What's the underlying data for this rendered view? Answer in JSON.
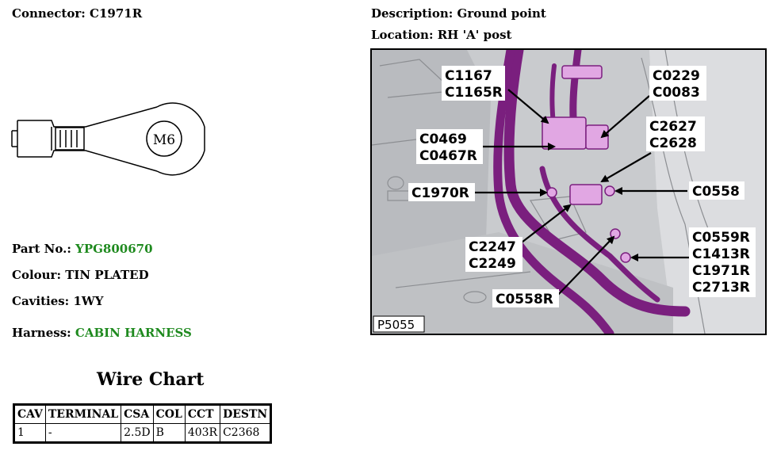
{
  "connector": {
    "label": "Connector:",
    "value": "C1971R"
  },
  "description": {
    "label": "Description:",
    "value": "Ground point"
  },
  "location": {
    "label": "Location:",
    "value": "RH 'A' post"
  },
  "terminal_drawing": {
    "stud_label": "M6"
  },
  "part_no": {
    "label": "Part No.:",
    "value": "YPG800670"
  },
  "colour": {
    "label": "Colour:",
    "value": "TIN PLATED"
  },
  "cavities": {
    "label": "Cavities:",
    "value": "1WY"
  },
  "harness": {
    "label": "Harness:",
    "value": "CABIN HARNESS"
  },
  "wire_chart": {
    "title": "Wire Chart",
    "headers": [
      "CAV",
      "TERMINAL",
      "CSA",
      "COL",
      "CCT",
      "DESTN"
    ],
    "rows": [
      [
        "1",
        "-",
        "2.5D",
        "B",
        "403R",
        "C2368"
      ]
    ]
  },
  "photo": {
    "reference": "P5055",
    "callouts": {
      "c1167": [
        "C1167",
        "C1165R"
      ],
      "c0229": [
        "C0229",
        "C0083"
      ],
      "c2627": [
        "C2627",
        "C2628"
      ],
      "c0469": [
        "C0469",
        "C0467R"
      ],
      "c1970": [
        "C1970R"
      ],
      "c0558": [
        "C0558"
      ],
      "c2247": [
        "C2247",
        "C2249"
      ],
      "c0559": [
        "C0559R",
        "C1413R",
        "C1971R",
        "C2713R"
      ],
      "c0558r": [
        "C0558R"
      ]
    }
  },
  "colors": {
    "green_value": "#1f8a1f",
    "harness_purple": "#7a1f7e"
  }
}
